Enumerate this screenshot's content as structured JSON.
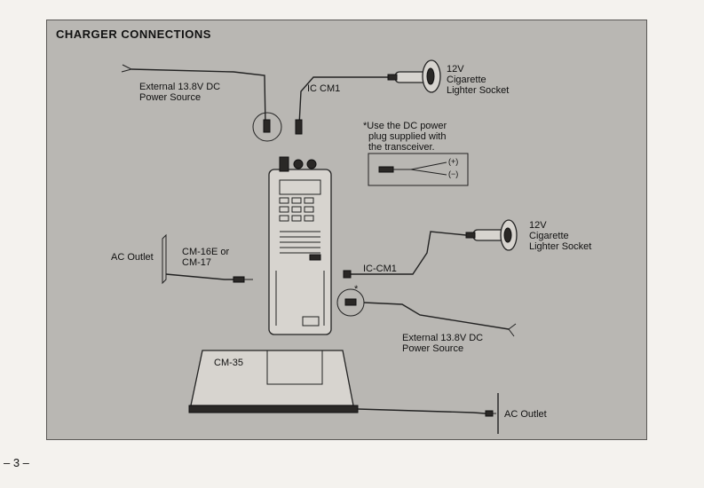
{
  "header": {
    "title": "CHARGER CONNECTIONS"
  },
  "labels": {
    "ext_power_top": [
      "External 13.8V DC",
      "Power Source"
    ],
    "cable_top": "IC CM1",
    "cig_top": [
      "12V",
      "Cigarette",
      "Lighter Socket"
    ],
    "note": [
      "*Use the DC power",
      "plug supplied with",
      "the transceiver."
    ],
    "cig_right": [
      "12V",
      "Cigarette",
      "Lighter Socket"
    ],
    "cable_right": "IC-CM1",
    "asterisk": "*",
    "ext_power_bottom": [
      "External 13.8V DC",
      "Power Source"
    ],
    "ac_outlet_left": "AC Outlet",
    "adapter": [
      "CM-16E or",
      "CM-17"
    ],
    "charger": "CM-35",
    "ac_outlet_bottom": "AC Outlet"
  },
  "plug_polarity": [
    "(+)",
    "(−)"
  ],
  "page": {
    "number": "– 3 –"
  }
}
